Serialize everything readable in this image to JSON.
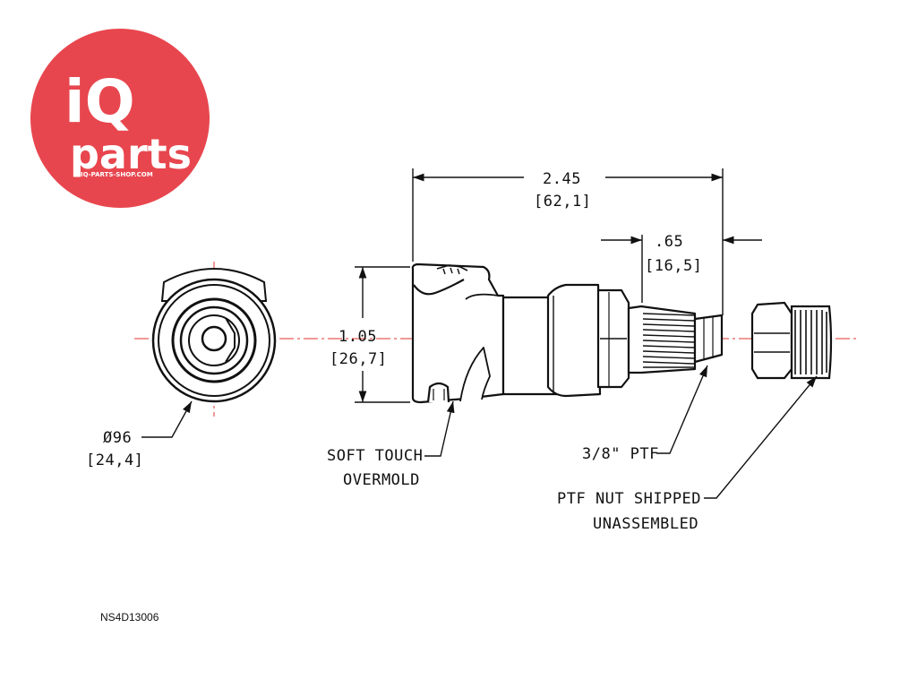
{
  "brand": {
    "logo_line1": "iQ",
    "logo_line2": "parts",
    "logo_url": "IQ-PARTS-SHOP.COM",
    "logo_color": "#e8464e"
  },
  "dimensions": {
    "overall_length": "2.45",
    "overall_length_mm": "[62,1]",
    "thread_length": ".65",
    "thread_length_mm": "[16,5]",
    "height": "1.05",
    "height_mm": "[26,7]",
    "diameter": "Ø96",
    "diameter_mm": "[24,4]"
  },
  "callouts": {
    "overmold_line1": "SOFT TOUCH",
    "overmold_line2": "OVERMOLD",
    "thread": "3/8\" PTF",
    "nut_line1": "PTF NUT SHIPPED",
    "nut_line2": "UNASSEMBLED"
  },
  "part_number": "NS4D13006",
  "colors": {
    "centerline": "#e0342c",
    "line": "#111111"
  }
}
